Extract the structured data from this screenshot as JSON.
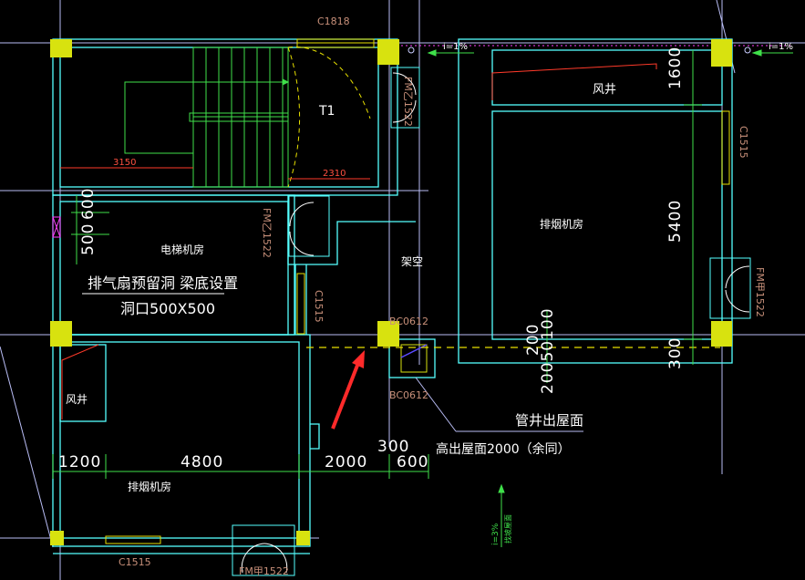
{
  "colors": {
    "background": "#000000",
    "wall": "#55ffff",
    "column": "#d8e20f",
    "dimension": "#3fe04a",
    "axis": "#c8ccff",
    "tag": "#c8907a",
    "red_line": "#ff3a2a",
    "arrow": "#ff2a2a"
  },
  "rooms": {
    "fan_shaft_top": "风井",
    "fan_shaft_left": "风井",
    "smoke_room_right": "排烟机房",
    "smoke_room_bottom": "排烟机房",
    "elevator_room": "电梯机房",
    "overhead": "架空",
    "stair": "T1"
  },
  "tags": {
    "window_top": "C1818",
    "window_right": "C1515",
    "window_mid": "C1515",
    "window_bottom": "C1515",
    "door_stair": "FM乙1522",
    "door_elevator": "FM乙1522",
    "door_right": "FM甲1522",
    "door_bottom": "FM甲1522",
    "bc_top": "BC0612",
    "bc_bottom": "BC0612"
  },
  "slopes": {
    "top_mid": "i=1%",
    "top_right": "i=1%",
    "bottom": "i=3%",
    "bottom_note": "找坡屋面"
  },
  "dims": {
    "stair_width": "3150",
    "stair_small": "2310",
    "elev_600": "600",
    "elev_500": "500",
    "right_1600": "1600",
    "right_5400": "5400",
    "right_300": "300",
    "mid_200": "200",
    "mid_20050100": "20050100",
    "bottom_1200": "1200",
    "bottom_4800": "4800",
    "bottom_2000": "2000",
    "bottom_300": "300",
    "bottom_600": "600"
  },
  "notes": {
    "vent": "排气扇预留洞 梁底设置",
    "hole": "洞口500X500",
    "pipe": "管井出屋面",
    "pipe_height": "高出屋面2000（余同）"
  }
}
